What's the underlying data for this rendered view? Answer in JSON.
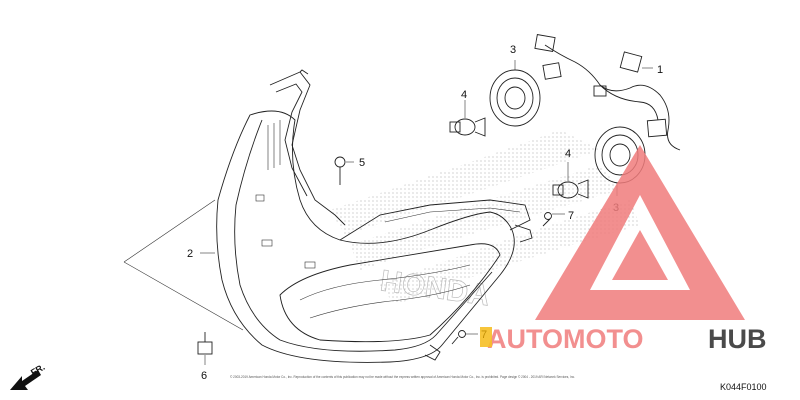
{
  "callouts": [
    {
      "id": "1",
      "label": "1"
    },
    {
      "id": "2",
      "label": "2"
    },
    {
      "id": "3a",
      "label": "3"
    },
    {
      "id": "3b",
      "label": "3"
    },
    {
      "id": "4a",
      "label": "4"
    },
    {
      "id": "4b",
      "label": "4"
    },
    {
      "id": "5",
      "label": "5"
    },
    {
      "id": "6",
      "label": "6"
    },
    {
      "id": "7a",
      "label": "7"
    },
    {
      "id": "7b",
      "label": "7"
    }
  ],
  "direction_label": "FR.",
  "diagram_code": "K044F0100",
  "copyright": "© 2003-2019 American Honda Motor Co., Inc. Reproduction of the contents of this publication may not be made without the express written approval of American Honda Motor Co., Inc. is prohibited. Page design © 2004 - 2019 ARI Network Services, Inc.",
  "watermark": {
    "text_left": "AUTOMOTO",
    "text_right": "HUB",
    "color_primary": "#f07c7c",
    "color_accent": "#f5b400",
    "color_dark": "#2b2b2b"
  },
  "background_brand": "HONDA"
}
